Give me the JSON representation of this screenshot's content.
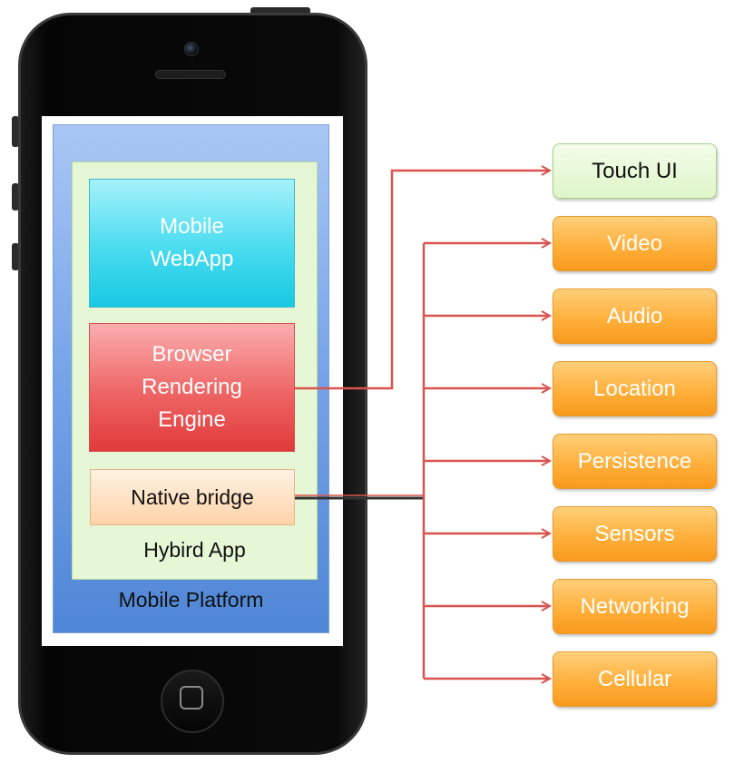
{
  "diagram": {
    "phone": {
      "layers": {
        "mobile_webapp": "Mobile\nWebApp",
        "browser_engine": "Browser\nRendering\nEngine",
        "native_bridge": "Native bridge",
        "hybrid_app": "Hybird App",
        "mobile_platform": "Mobile Platform"
      }
    },
    "capabilities": [
      {
        "label": "Touch UI",
        "color": "#e6f7d6"
      },
      {
        "label": "Video",
        "color": "#ffb03c"
      },
      {
        "label": "Audio",
        "color": "#ffb03c"
      },
      {
        "label": "Location",
        "color": "#ffb03c"
      },
      {
        "label": "Persistence",
        "color": "#ffb03c"
      },
      {
        "label": "Sensors",
        "color": "#ffb03c"
      },
      {
        "label": "Networking",
        "color": "#ffb03c"
      },
      {
        "label": "Cellular",
        "color": "#ffb03c"
      }
    ],
    "connector_color": "#d9534f"
  }
}
